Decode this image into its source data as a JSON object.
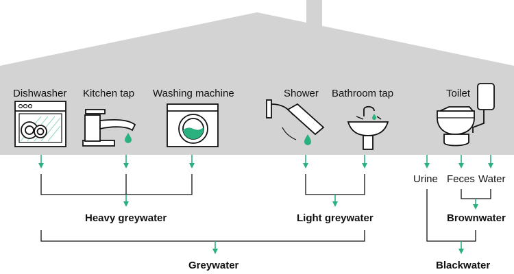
{
  "colors": {
    "house": "#d3d3d3",
    "accent_green": "#2bb07f",
    "stroke": "#111111",
    "fixture_white": "#ffffff"
  },
  "fixtures": [
    {
      "id": "dishwasher",
      "label": "Dishwasher",
      "icon": "dishwasher-icon"
    },
    {
      "id": "kitchen-tap",
      "label": "Kitchen tap",
      "icon": "faucet-icon"
    },
    {
      "id": "washing-machine",
      "label": "Washing machine",
      "icon": "washing-machine-icon"
    },
    {
      "id": "shower",
      "label": "Shower",
      "icon": "shower-head-icon"
    },
    {
      "id": "bathroom-tap",
      "label": "Bathroom tap",
      "icon": "sink-icon"
    },
    {
      "id": "toilet",
      "label": "Toilet",
      "icon": "toilet-icon"
    }
  ],
  "toilet_outputs": [
    "Urine",
    "Feces",
    "Water"
  ],
  "categories": {
    "heavy": "Heavy greywater",
    "light": "Light greywater",
    "greywater": "Greywater",
    "brownwater": "Brownwater",
    "blackwater": "Blackwater"
  }
}
